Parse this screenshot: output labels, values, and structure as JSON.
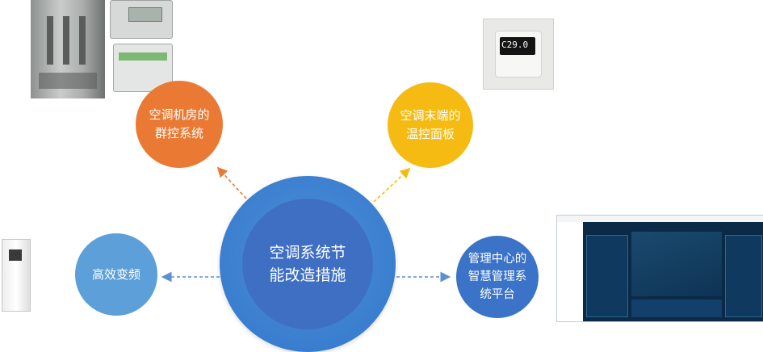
{
  "center": {
    "label": "空调系统节\n能改造措施"
  },
  "nodes": {
    "vfd": {
      "label": "高效变频",
      "color": "#5c9fd9"
    },
    "group_control": {
      "label": "空调机房的\n群控系统",
      "color": "#ea7a33"
    },
    "thermostat": {
      "label": "空调末端的\n温控面板",
      "color": "#f5bb13"
    },
    "smart_platform": {
      "label": "管理中心的\n智慧管理系\n统平台",
      "color": "#3b73c8"
    }
  },
  "photos": {
    "thermostat_display": "C29.0"
  },
  "colors": {
    "center": "#3f6fc3",
    "center_ring": "#3a7ecf",
    "arrow_blue": "#5c8fd1",
    "arrow_orange": "#ea7a33",
    "arrow_yellow": "#f5bb13"
  }
}
